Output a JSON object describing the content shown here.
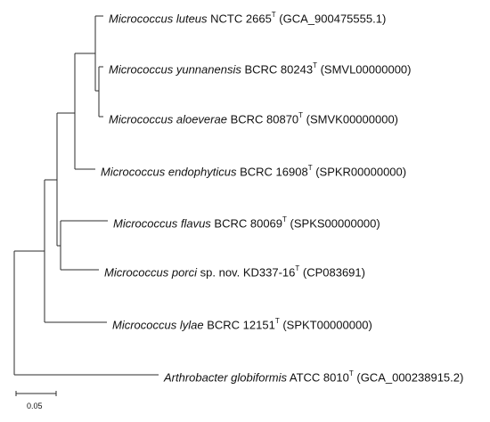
{
  "leaves": [
    {
      "italic": "Micrococcus luteus",
      "rest": " NCTC 2665",
      "sup": "T",
      "acc": " (GCA_900475555.1)"
    },
    {
      "italic": "Micrococcus yunnanensis",
      "rest": " BCRC 80243",
      "sup": "T",
      "acc": " (SMVL00000000)"
    },
    {
      "italic": "Micrococcus aloeverae",
      "rest": " BCRC 80870",
      "sup": "T",
      "acc": " (SMVK00000000)"
    },
    {
      "italic": "Micrococcus endophyticus",
      "rest": " BCRC 16908",
      "sup": "T",
      "acc": " (SPKR00000000)"
    },
    {
      "italic": "Micrococcus flavus",
      "rest": " BCRC 80069",
      "sup": "T",
      "acc": " (SPKS00000000)"
    },
    {
      "italic": "Micrococcus porci",
      "rest": " sp. nov. KD337-16",
      "sup": "T",
      "acc": " (CP083691)"
    },
    {
      "italic": "Micrococcus lylae",
      "rest": " BCRC 12151",
      "sup": "T",
      "acc": " (SPKT00000000)"
    },
    {
      "italic": "Arthrobacter globiformis",
      "rest": " ATCC 8010",
      "sup": "T",
      "acc": " (GCA_000238915.2)"
    }
  ],
  "scale_bar": {
    "label": "0.05"
  }
}
